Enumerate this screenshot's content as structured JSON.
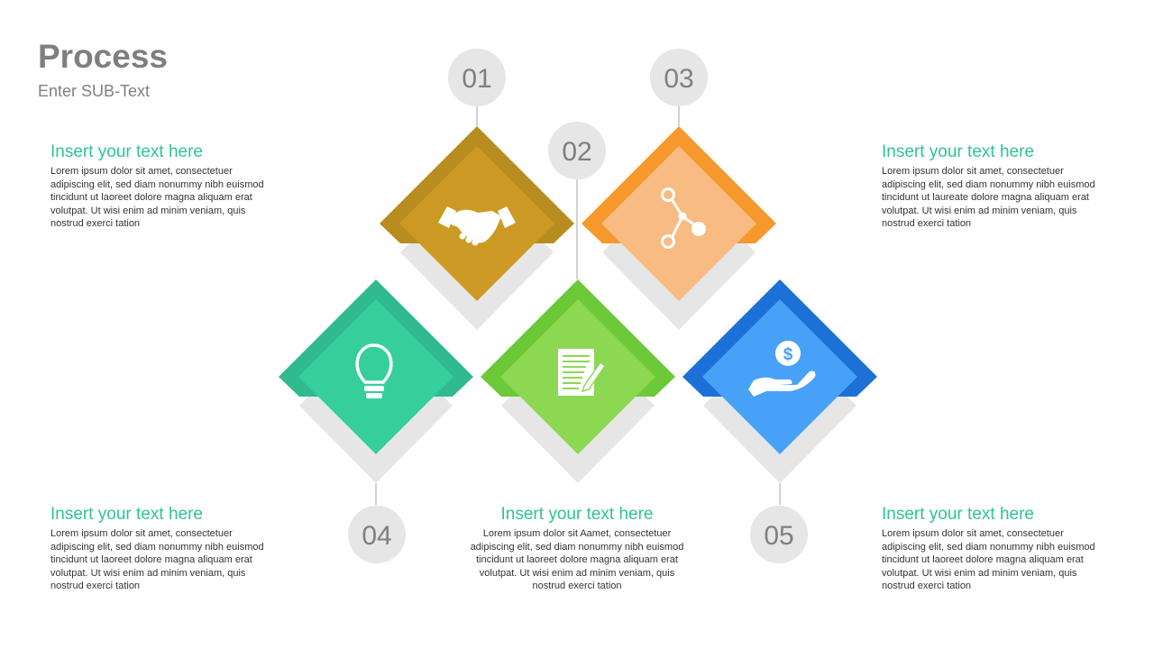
{
  "slide": {
    "title": "Process",
    "subtitle": "Enter SUB-Text"
  },
  "colors": {
    "heading": "#2ec495",
    "muted": "#7f7f7f",
    "step1_outer": "#b78d20",
    "step1_inner": "#cc9a22",
    "step2_outer": "#6cc937",
    "step2_inner": "#8cd852",
    "step3_outer": "#f7982d",
    "step3_inner": "#f8bb82",
    "step4_outer": "#31b990",
    "step4_inner": "#36cf9c",
    "step5_outer": "#1c70d6",
    "step5_inner": "#47a2f7"
  },
  "steps": [
    {
      "number": "01",
      "icon": "handshake-icon"
    },
    {
      "number": "02",
      "icon": "document-pencil-icon"
    },
    {
      "number": "03",
      "icon": "network-nodes-icon"
    },
    {
      "number": "04",
      "icon": "lightbulb-icon"
    },
    {
      "number": "05",
      "icon": "hand-dollar-icon"
    }
  ],
  "blocks": {
    "top_left": {
      "heading": "Insert your text here",
      "lines": [
        "Lorem ipsum dolor sit amet, consectetuer",
        "adipiscing elit, sed diam nonummy nibh euismod",
        "tincidunt ut laoreet dolore magna aliquam erat",
        "volutpat. Ut wisi enim ad minim veniam, quis",
        "nostrud exerci tation"
      ]
    },
    "top_right": {
      "heading": "Insert your text here",
      "lines": [
        "Lorem ipsum dolor sit amet, consectetuer",
        "adipiscing elit, sed diam nonummy nibh euismod",
        "tincidunt ut laureate dolore magna aliquam erat",
        "volutpat. Ut wisi enim ad minim veniam, quis",
        "nostrud exerci tation"
      ]
    },
    "bottom_left": {
      "heading": "Insert your text here",
      "lines": [
        "Lorem ipsum dolor sit amet, consectetuer",
        "adipiscing elit, sed diam nonummy nibh euismod",
        "tincidunt ut laoreet dolore magna aliquam erat",
        "volutpat. Ut wisi enim ad minim veniam, quis",
        "nostrud exerci tation"
      ]
    },
    "bottom_center": {
      "heading": "Insert your text here",
      "lines": [
        "Lorem ipsum dolor sit Aamet, consectetuer",
        "adipiscing elit, sed diam nonummy nibh euismod",
        "tincidunt ut laoreet dolore magna aliquam erat",
        "volutpat. Ut wisi enim ad minim veniam, quis",
        "nostrud exerci tation"
      ]
    },
    "bottom_right": {
      "heading": "Insert your text here",
      "lines": [
        "Lorem ipsum dolor sit amet, consectetuer",
        "adipiscing elit, sed diam nonummy nibh euismod",
        "tincidunt ut laoreet dolore magna aliquam erat",
        "volutpat. Ut wisi enim ad minim veniam, quis",
        "nostrud exerci tation"
      ]
    }
  }
}
